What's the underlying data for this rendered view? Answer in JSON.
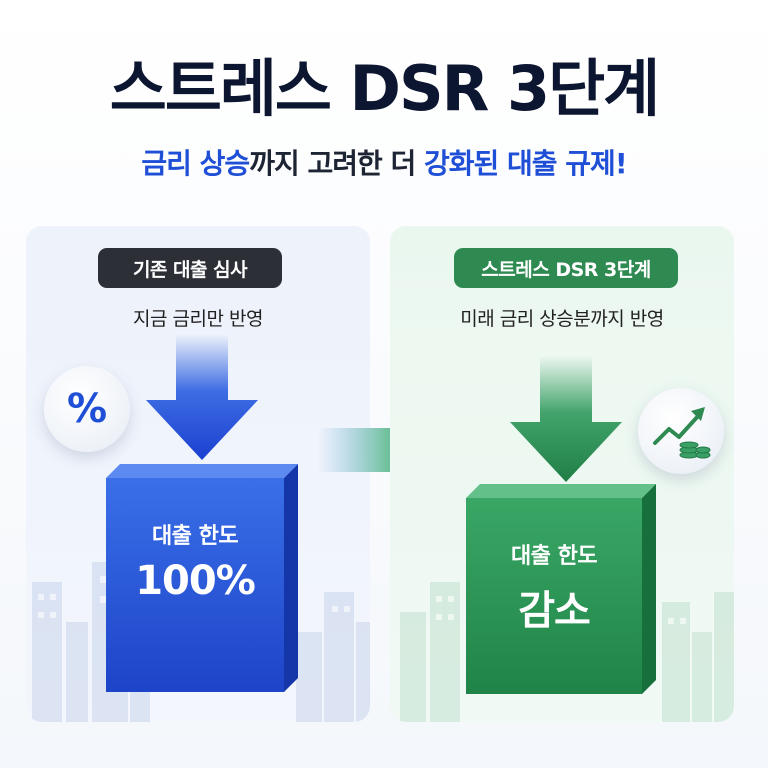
{
  "title": "스트레스 DSR 3단계",
  "subtitle": {
    "part1": "금리 상승",
    "part2": "까지 고려한 더 ",
    "part3": "강화된 대출 규제!"
  },
  "left_panel": {
    "badge": "기존 대출 심사",
    "description": "지금 금리만 반영",
    "box_label": "대출 한도",
    "box_value": "100%",
    "icon_text": "%"
  },
  "right_panel": {
    "badge": "스트레스 DSR 3단계",
    "description": "미래 금리 상승분까지 반영",
    "box_label": "대출 한도",
    "box_value": "감소",
    "icon": "rising-chart-coins-icon"
  },
  "colors": {
    "blue": "#1f4fd6",
    "green": "#2f8a52",
    "dark": "#0d1630"
  }
}
